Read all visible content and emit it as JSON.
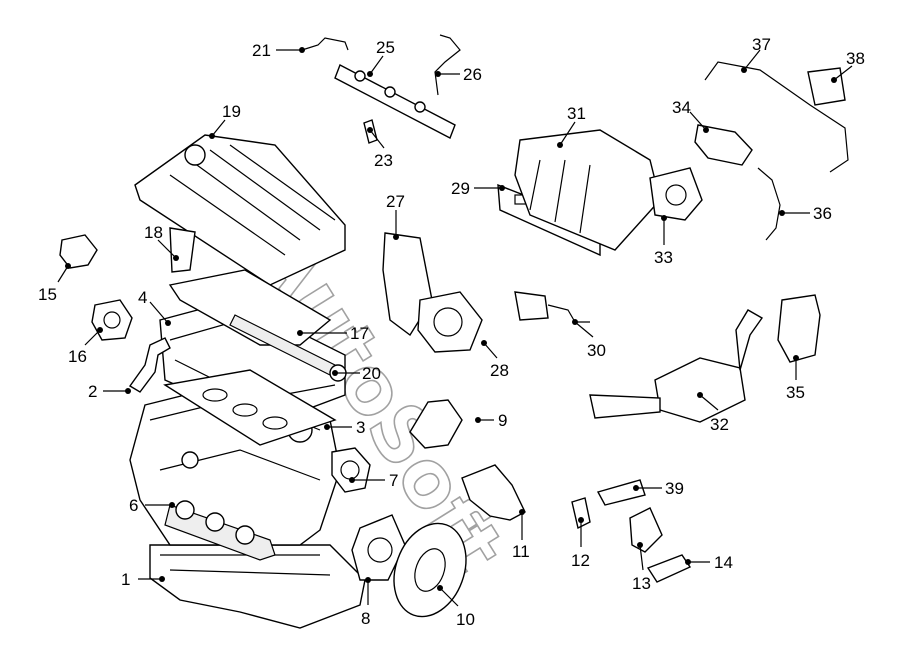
{
  "watermark": "AutoSoft",
  "callouts": [
    {
      "id": "1",
      "label": "1"
    },
    {
      "id": "2",
      "label": "2"
    },
    {
      "id": "3",
      "label": "3"
    },
    {
      "id": "4",
      "label": "4"
    },
    {
      "id": "6",
      "label": "6"
    },
    {
      "id": "7",
      "label": "7"
    },
    {
      "id": "8",
      "label": "8"
    },
    {
      "id": "9",
      "label": "9"
    },
    {
      "id": "10",
      "label": "10"
    },
    {
      "id": "11",
      "label": "11"
    },
    {
      "id": "12",
      "label": "12"
    },
    {
      "id": "13",
      "label": "13"
    },
    {
      "id": "14",
      "label": "14"
    },
    {
      "id": "15",
      "label": "15"
    },
    {
      "id": "16",
      "label": "16"
    },
    {
      "id": "17",
      "label": "17"
    },
    {
      "id": "18",
      "label": "18"
    },
    {
      "id": "19",
      "label": "19"
    },
    {
      "id": "20",
      "label": "20"
    },
    {
      "id": "21",
      "label": "21"
    },
    {
      "id": "23",
      "label": "23"
    },
    {
      "id": "25",
      "label": "25"
    },
    {
      "id": "26",
      "label": "26"
    },
    {
      "id": "27",
      "label": "27"
    },
    {
      "id": "28",
      "label": "28"
    },
    {
      "id": "29",
      "label": "29"
    },
    {
      "id": "30",
      "label": "30"
    },
    {
      "id": "31",
      "label": "31"
    },
    {
      "id": "32",
      "label": "32"
    },
    {
      "id": "33",
      "label": "33"
    },
    {
      "id": "34",
      "label": "34"
    },
    {
      "id": "35",
      "label": "35"
    },
    {
      "id": "36",
      "label": "36"
    },
    {
      "id": "37",
      "label": "37"
    },
    {
      "id": "38",
      "label": "38"
    },
    {
      "id": "39",
      "label": "39"
    }
  ]
}
